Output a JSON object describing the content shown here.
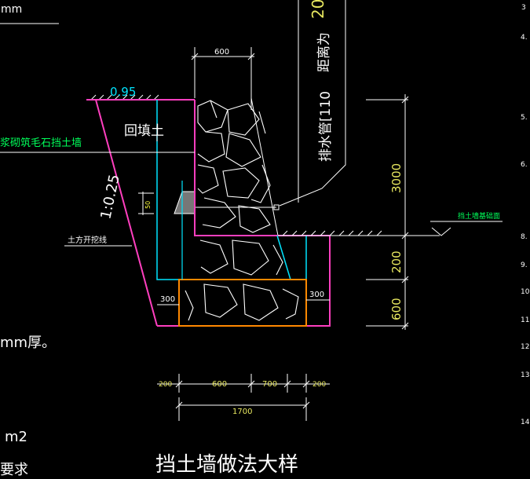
{
  "title": "挡土墙做法大样",
  "labels": {
    "top_left_fragment": "mm",
    "top_right_number": "20",
    "distance_note": "距离为",
    "drain_pipe": "排水管[110",
    "slope_value": "0.95",
    "backfill": "回填土",
    "rubble_wall": "浆砌筑毛石挡土墙",
    "slope_ratio": "1:0.25",
    "excavation_line": "土方开挖线",
    "foundation_surface": "挡土墙基础面",
    "left_mm_thick": "mm厚。",
    "left_m2": "m2",
    "left_require": "要求"
  },
  "dimensions": {
    "top_width": "600",
    "height_upper": "3000",
    "height_mid": "200",
    "height_lower": "600",
    "footing_left": "300",
    "footing_right": "300",
    "bottom_segments": [
      "200",
      "600",
      "700",
      "200"
    ],
    "bottom_total": "1700"
  },
  "right_margin_numbers": [
    "3",
    "4.",
    "5.",
    "6.",
    "8.",
    "9.",
    "10",
    "11.",
    "12",
    "13",
    "14"
  ],
  "colors": {
    "background": "#000000",
    "wall_outline": "#ff3fbf",
    "drain_line": "#00e5ff",
    "footing_outline": "#ff8800",
    "dimension_text": "#e8e860",
    "green_label": "#00ff5a",
    "cyan_text": "#00e5ff",
    "white": "#ffffff",
    "yellow_small": "#ffff40"
  }
}
